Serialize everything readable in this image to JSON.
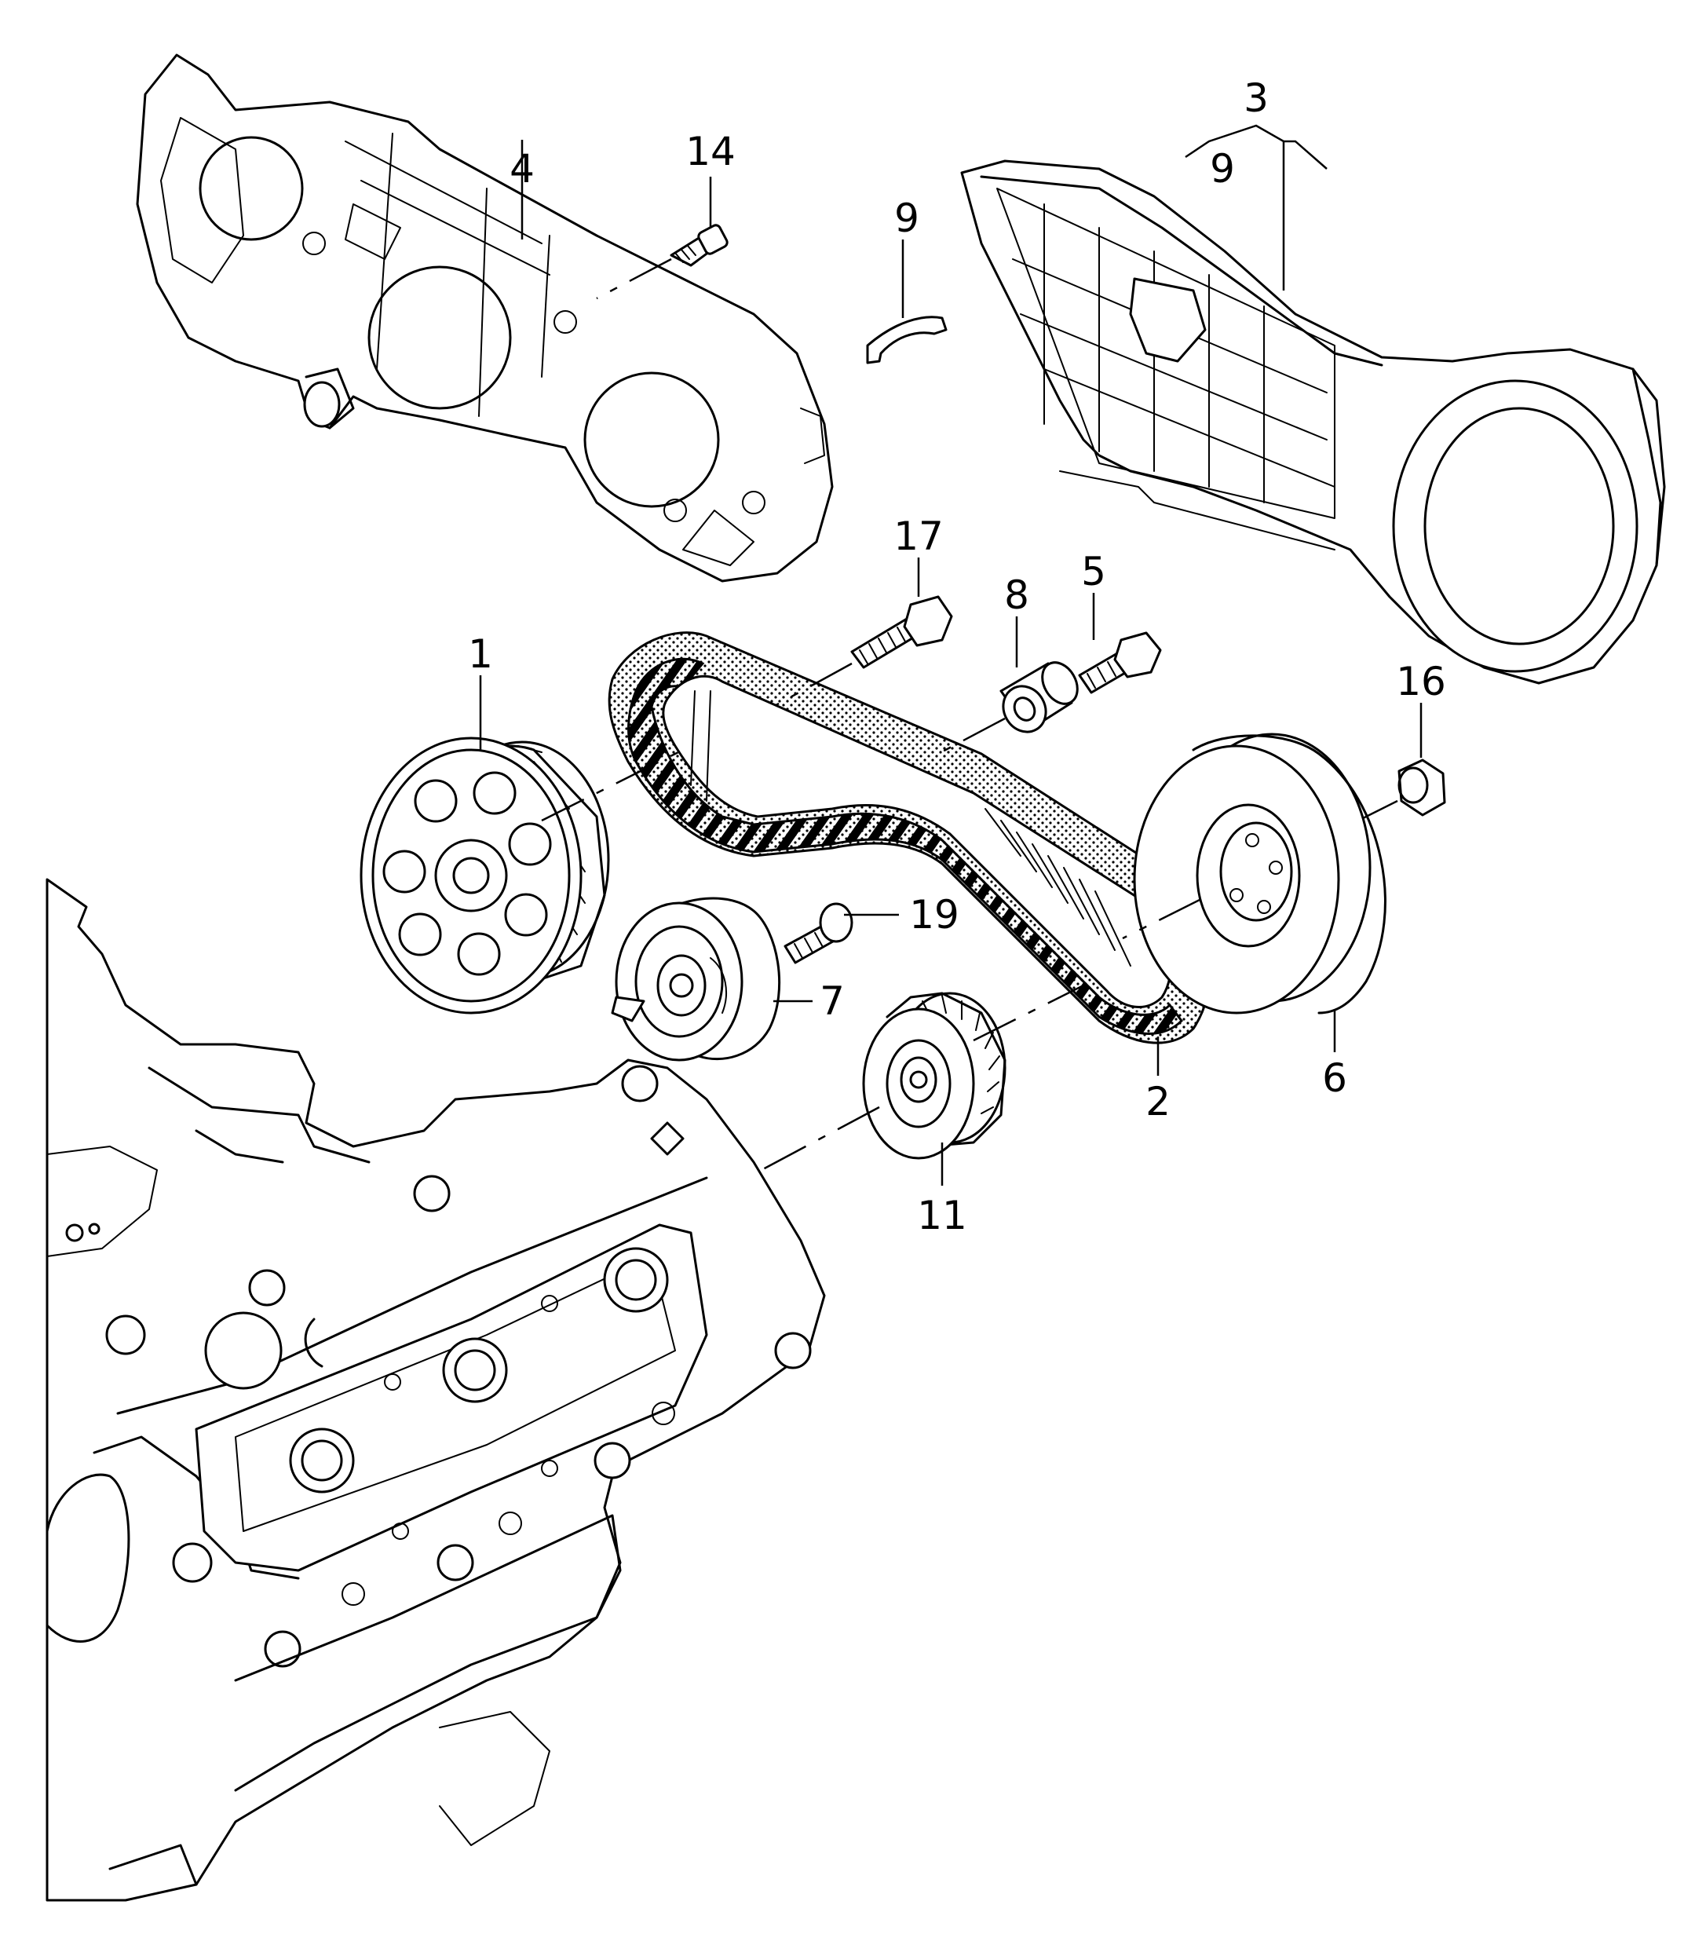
{
  "diagram": {
    "callouts": {
      "part_1": "1",
      "part_2": "2",
      "part_3": "3",
      "part_3_sub_9": "9",
      "part_4": "4",
      "part_5": "5",
      "part_6": "6",
      "part_7": "7",
      "part_8": "8",
      "part_9": "9",
      "part_11": "11",
      "part_14": "14",
      "part_16": "16",
      "part_17": "17",
      "part_19": "19"
    }
  }
}
